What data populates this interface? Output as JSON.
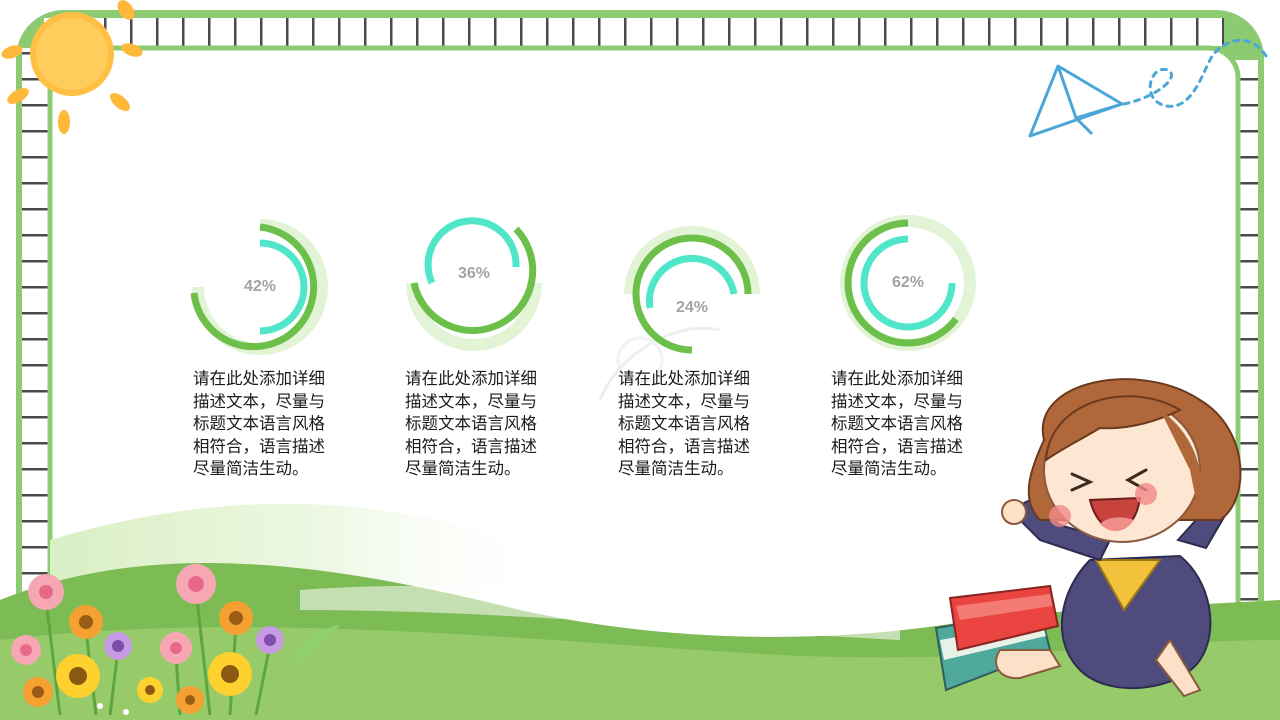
{
  "colors": {
    "frame_green": "#8ccb72",
    "ring_green": "#6cc04a",
    "ring_teal": "#4fe6c9",
    "ring_pale": "#e3f3d6",
    "hill_dark": "#7dbb55",
    "hill_light": "#c7e4a5",
    "sun": "#ffb83a",
    "plane": "#4aa6d6"
  },
  "cards": [
    {
      "percent": "42%",
      "value": 42,
      "description": "请在此处添加详细描述文本，尽量与标题文本语言风格相符合，语言描述尽量简洁生动。"
    },
    {
      "percent": "36%",
      "value": 36,
      "description": "请在此处添加详细描述文本，尽量与标题文本语言风格相符合，语言描述尽量简洁生动。"
    },
    {
      "percent": "24%",
      "value": 24,
      "description": "请在此处添加详细描述文本，尽量与标题文本语言风格相符合，语言描述尽量简洁生动。"
    },
    {
      "percent": "62%",
      "value": 62,
      "description": "请在此处添加详细描述文本，尽量与标题文本语言风格相符合，语言描述尽量简洁生动。"
    }
  ],
  "decorations": [
    "sun-icon",
    "paper-plane-icon",
    "flowers-icon",
    "girl-illustration",
    "books-icon"
  ]
}
